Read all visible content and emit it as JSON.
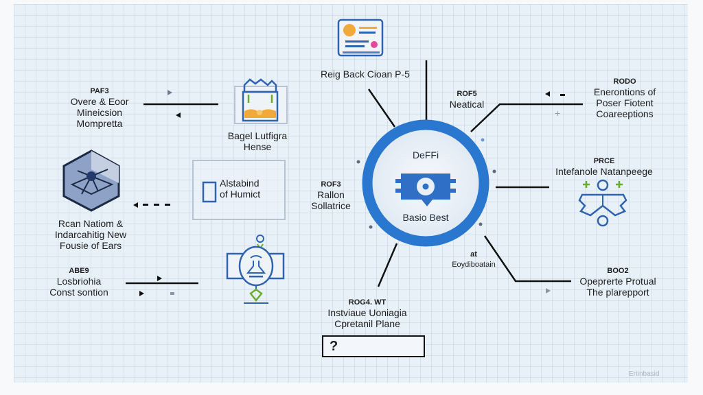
{
  "hub": {
    "title": "DeFFi",
    "subtitle": "Basio Best",
    "icon": "chip-icon",
    "ring_color": "#2a77d0"
  },
  "nodes": {
    "top": {
      "text": "Reig Back Cioan P-5",
      "icon": "document-icon"
    },
    "top_left": {
      "code": "PAF3",
      "lines": [
        "Overe & Eoor",
        "Mineicsion",
        "Mompretta"
      ]
    },
    "left_icon_label": {
      "lines": [
        "Bagel Lutfigra",
        "Hense"
      ],
      "icon": "ui-window-icon"
    },
    "left_mid": {
      "lines": [
        "Rcan Natiom &",
        "Indarcahitig New",
        "Fousie of Ears"
      ],
      "icon": "hexagon-network-icon"
    },
    "note": {
      "lines": [
        "Alstabind",
        "of Humict"
      ],
      "icon": "frame-icon"
    },
    "inner_left": {
      "code": "ROF3",
      "lines": [
        "Rallon",
        "Sollatrice"
      ]
    },
    "bottom_left": {
      "code": "ABE9",
      "lines": [
        "Losbriohia",
        "Const sontion"
      ]
    },
    "bottom_left_icon": {
      "icon": "flask-valve-icon"
    },
    "top_right_inner": {
      "code": "ROF5",
      "lines": [
        "Neatical"
      ]
    },
    "top_right": {
      "code": "RODO",
      "lines": [
        "Enerontions of",
        "Poser Fiotent",
        "Coareeptions"
      ]
    },
    "right": {
      "code": "PRCE",
      "text": "Intefanole Natanpeege",
      "icon": "people-network-icon"
    },
    "bottom_right_inner": {
      "code": "at",
      "lines": [
        "Eoydiboatain"
      ]
    },
    "bottom_right": {
      "code": "BOO2",
      "lines": [
        "Opeprerte Protual",
        "The plarepport"
      ]
    },
    "bottom": {
      "code": "ROG4. WT",
      "lines": [
        "Instviaue Uoniagia",
        "Cpretanil Plane"
      ]
    }
  },
  "answer_box": {
    "value": "?"
  },
  "watermark": "Ertinbasid",
  "colors": {
    "accent": "#2a77d0",
    "icon_blue": "#2f63b0",
    "green": "#6aac2e",
    "orange": "#f2a93b",
    "line": "#111111"
  }
}
